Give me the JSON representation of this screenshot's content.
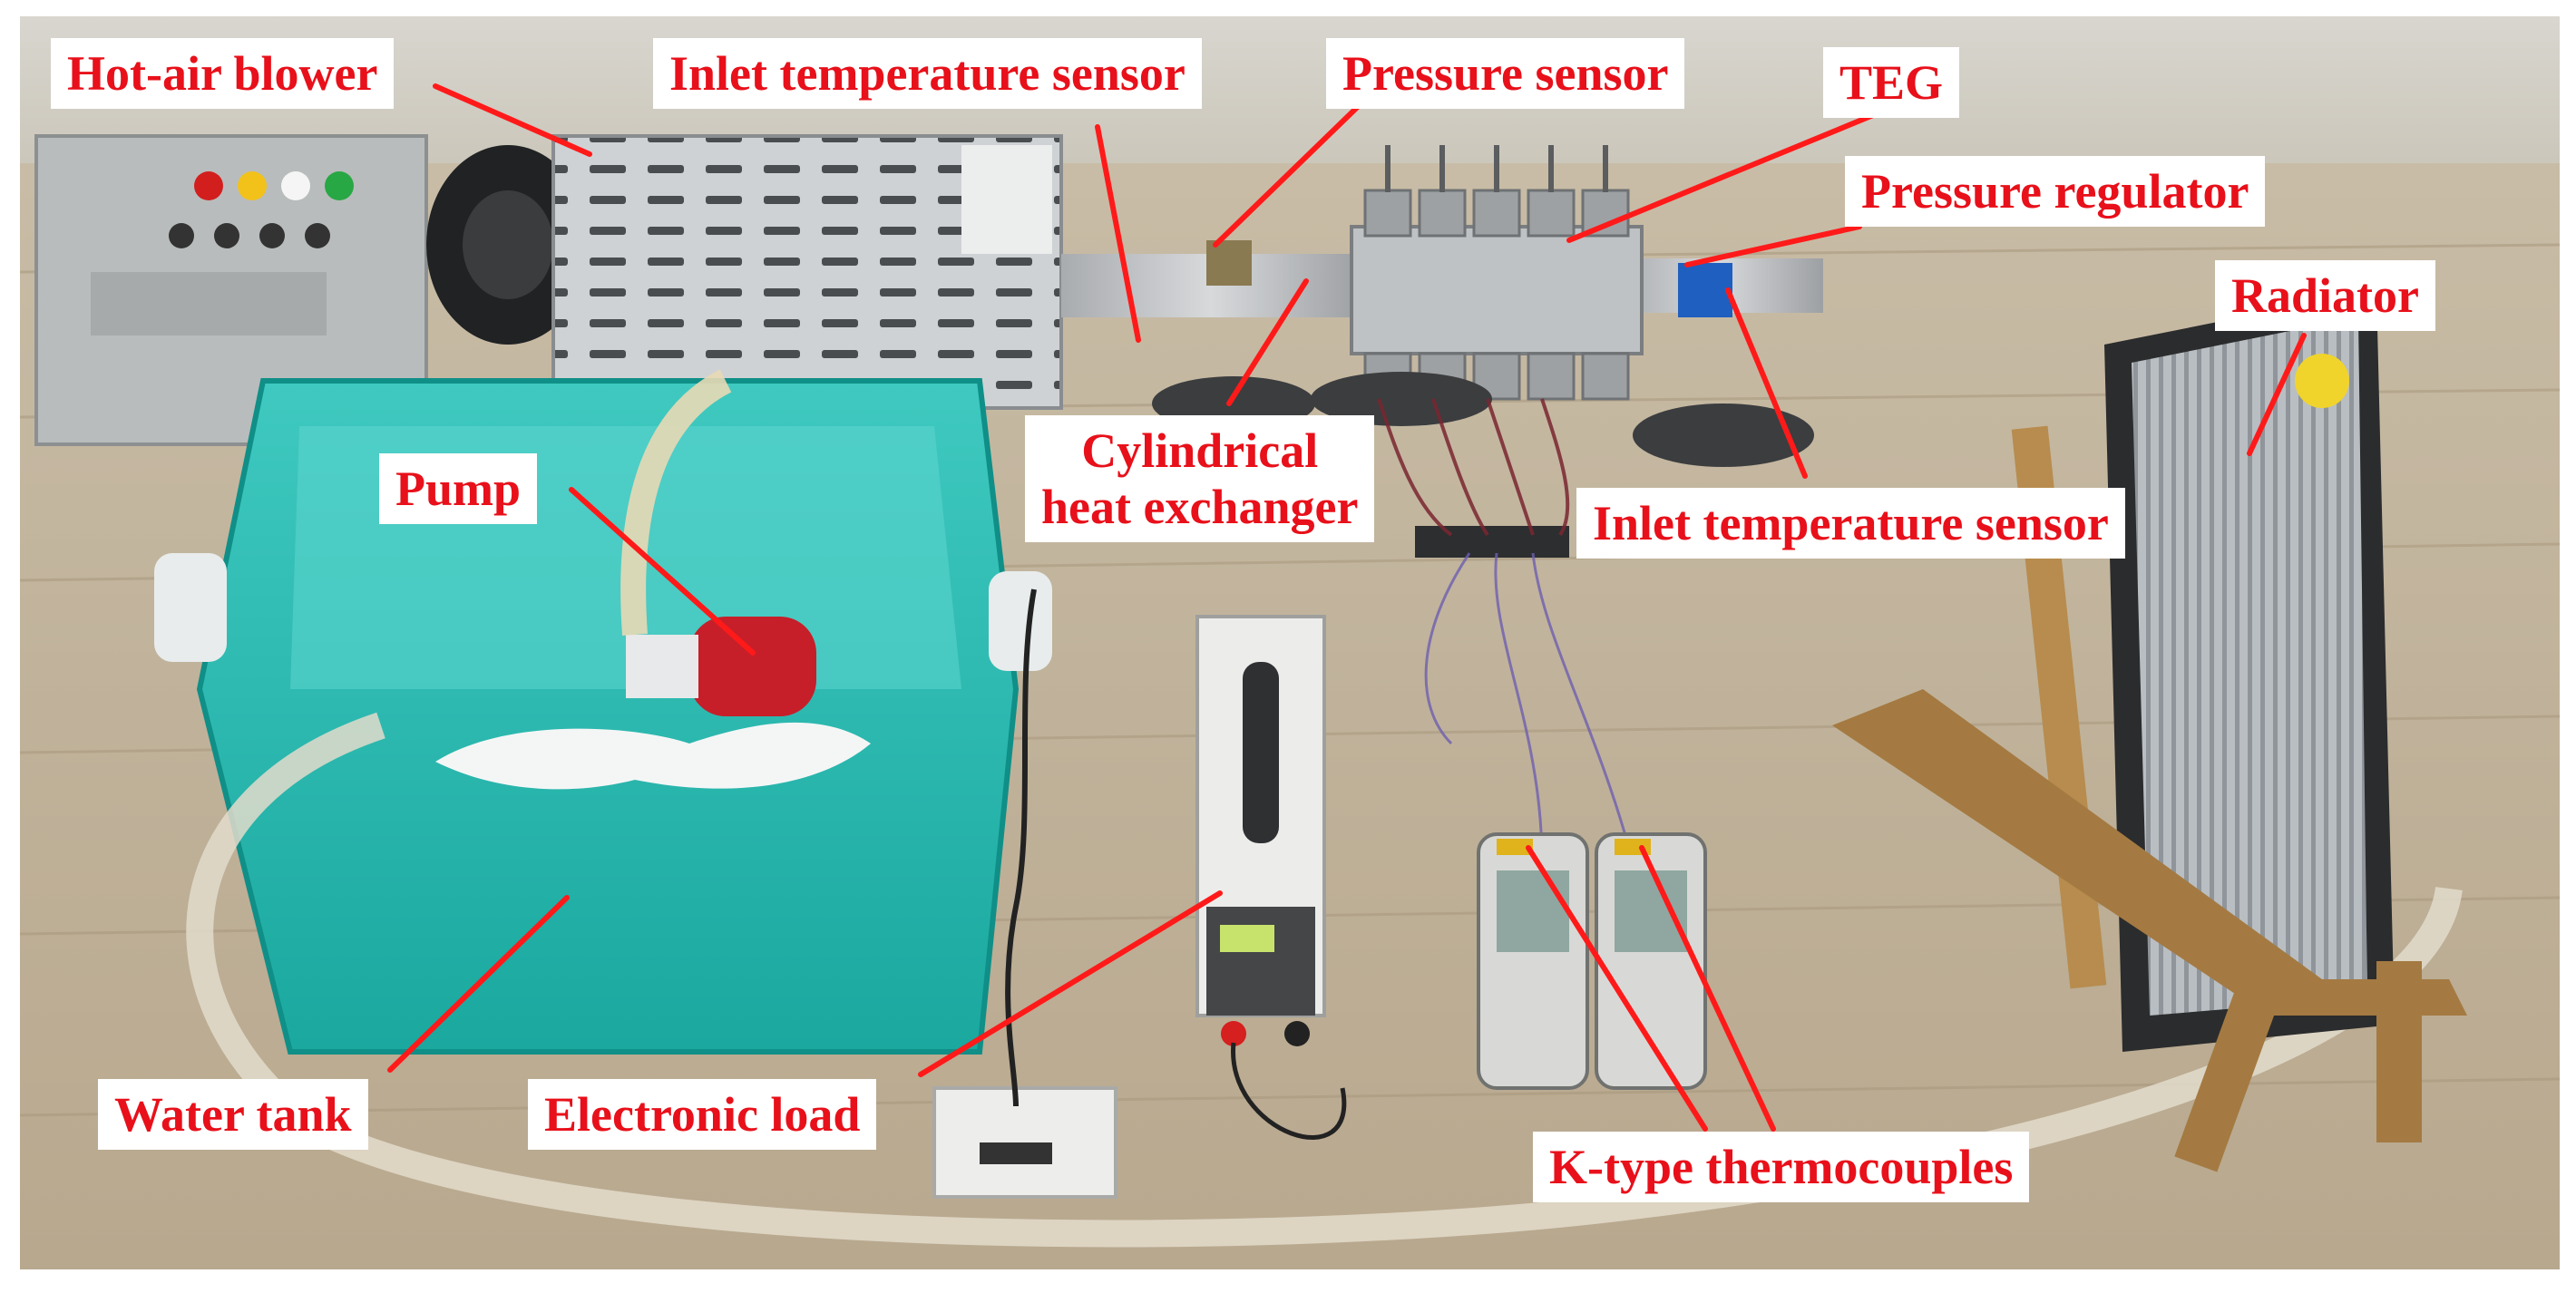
{
  "labels": {
    "hot_air_blower": "Hot-air blower",
    "inlet_temperature_sensor_1": "Inlet temperature sensor",
    "pressure_sensor": "Pressure sensor",
    "teg": "TEG",
    "pressure_regulator": "Pressure regulator",
    "radiator": "Radiator",
    "pump": "Pump",
    "cylindrical_heat_exchanger_line1": "Cylindrical",
    "cylindrical_heat_exchanger_line2": "heat exchanger",
    "inlet_temperature_sensor_2": "Inlet temperature sensor",
    "water_tank": "Water tank",
    "electronic_load": "Electronic load",
    "k_type_thermocouples": "K-type thermocouples"
  },
  "colors": {
    "label_text": "#e8101a",
    "leader_line": "#ff1a1a",
    "label_background": "#ffffff"
  }
}
